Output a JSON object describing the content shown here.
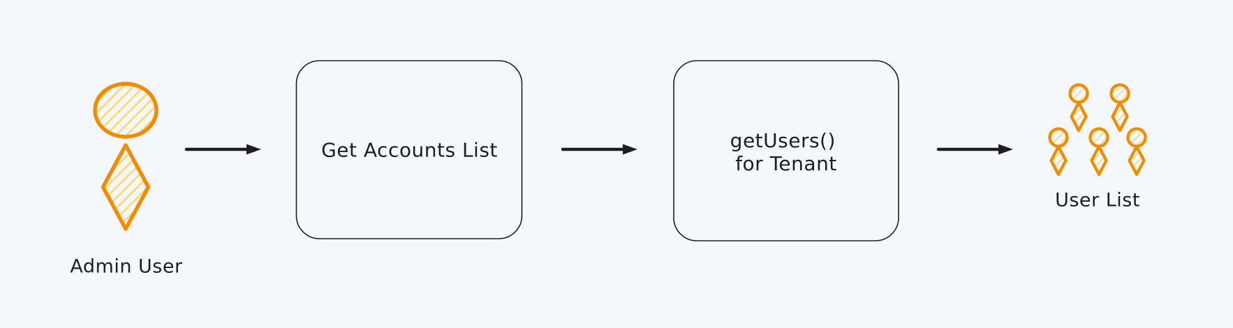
{
  "diagram": {
    "background_color": "#f4f8fc",
    "colors": {
      "accent_orange": "#f08c00",
      "hatch_yellow": "#ffd978",
      "ink": "#1e1e1e"
    },
    "admin": {
      "label": "Admin User"
    },
    "steps": [
      {
        "label": "Get Accounts List"
      },
      {
        "label_line1": "getUsers()",
        "label_line2": "for Tenant"
      }
    ],
    "users": {
      "label": "User List",
      "figure_count": 5
    },
    "arrows": {
      "count": 3,
      "direction": "right"
    }
  }
}
